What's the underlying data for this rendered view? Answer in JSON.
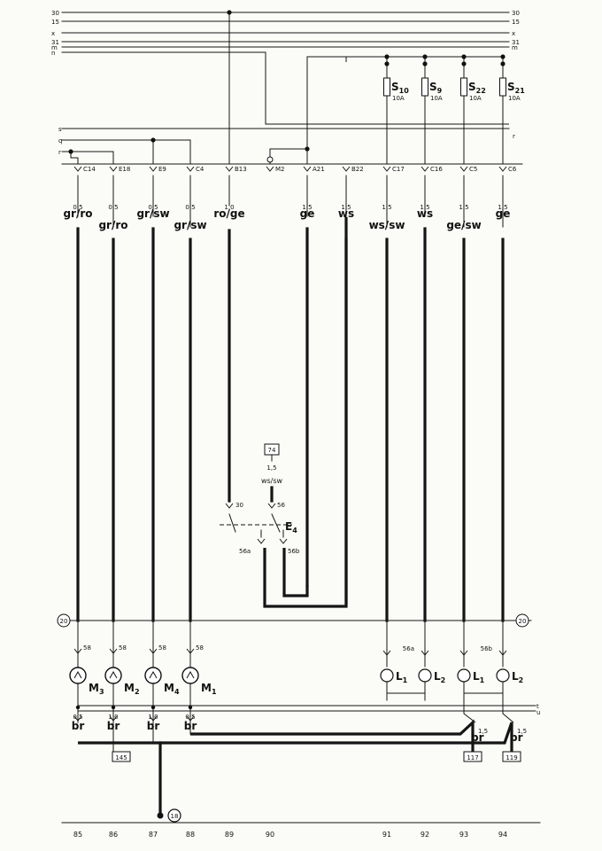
{
  "bus_lines": [
    {
      "left": "30",
      "right": "30"
    },
    {
      "left": "15",
      "right": "15"
    },
    {
      "left": "x",
      "right": "x"
    },
    {
      "left": "31",
      "right": "31"
    },
    {
      "left": "m",
      "right": "m"
    },
    {
      "left": "n",
      "right": ""
    }
  ],
  "side_lines": [
    {
      "left": "s",
      "right": ""
    },
    {
      "left": "q",
      "right": "r"
    },
    {
      "left": "r",
      "right": ""
    }
  ],
  "fuses": [
    {
      "name": "S10",
      "main": "S",
      "sub": "10",
      "rating": "10A"
    },
    {
      "name": "S9",
      "main": "S",
      "sub": "9",
      "rating": "10A"
    },
    {
      "name": "S22",
      "main": "S",
      "sub": "22",
      "rating": "10A"
    },
    {
      "name": "S21",
      "main": "S",
      "sub": "21",
      "rating": "10A"
    }
  ],
  "connectors": [
    "C14",
    "E18",
    "E9",
    "C4",
    "B13",
    "M2",
    "A21",
    "B22",
    "C17",
    "C16",
    "C5",
    "C6"
  ],
  "wires": [
    {
      "size": "0,5",
      "color": "gr/ro"
    },
    {
      "size": "0,5",
      "color": "gr/ro"
    },
    {
      "size": "0,5",
      "color": "gr/sw"
    },
    {
      "size": "0,5",
      "color": "gr/sw"
    },
    {
      "size": "1,0",
      "color": "ro/ge"
    },
    {
      "size": "",
      "color": ""
    },
    {
      "size": "1,5",
      "color": "ge"
    },
    {
      "size": "1,5",
      "color": "ws"
    },
    {
      "size": "1,5",
      "color": "ws/sw"
    },
    {
      "size": "1,5",
      "color": "ws"
    },
    {
      "size": "1,5",
      "color": "ge/sw"
    },
    {
      "size": "1,5",
      "color": "ge"
    }
  ],
  "switch": {
    "ref": "74",
    "wire_size": "1,5",
    "wire_color": "ws/sw",
    "name": "E",
    "sub": "4",
    "terminals": [
      "30",
      "56",
      "56a",
      "56b"
    ]
  },
  "ground_ring_label": "20",
  "instruments": [
    {
      "name": "M",
      "sub": "3",
      "terminal": "58",
      "wire_size": "0,5",
      "wire_color": "br"
    },
    {
      "name": "M",
      "sub": "2",
      "terminal": "58",
      "wire_size": "1,0",
      "wire_color": "br"
    },
    {
      "name": "M",
      "sub": "4",
      "terminal": "58",
      "wire_size": "1,0",
      "wire_color": "br"
    },
    {
      "name": "M",
      "sub": "1",
      "terminal": "58",
      "wire_size": "0,5",
      "wire_color": "br"
    }
  ],
  "lamps": [
    {
      "name": "L",
      "sub": "1",
      "terminal": ""
    },
    {
      "name": "L",
      "sub": "2",
      "terminal": "56a"
    },
    {
      "name": "L",
      "sub": "1",
      "terminal": ""
    },
    {
      "name": "L",
      "sub": "2",
      "terminal": "56b"
    }
  ],
  "lamp_ground_wires": [
    {
      "size": "1,5",
      "color": "br"
    },
    {
      "size": "1,5",
      "color": "br"
    }
  ],
  "lower_lines": [
    "t",
    "u"
  ],
  "ground_refs": [
    "145",
    "117",
    "119"
  ],
  "ground_point": "18",
  "bottom_numbers": [
    "85",
    "86",
    "87",
    "88",
    "89",
    "90",
    "91",
    "92",
    "93",
    "94"
  ]
}
